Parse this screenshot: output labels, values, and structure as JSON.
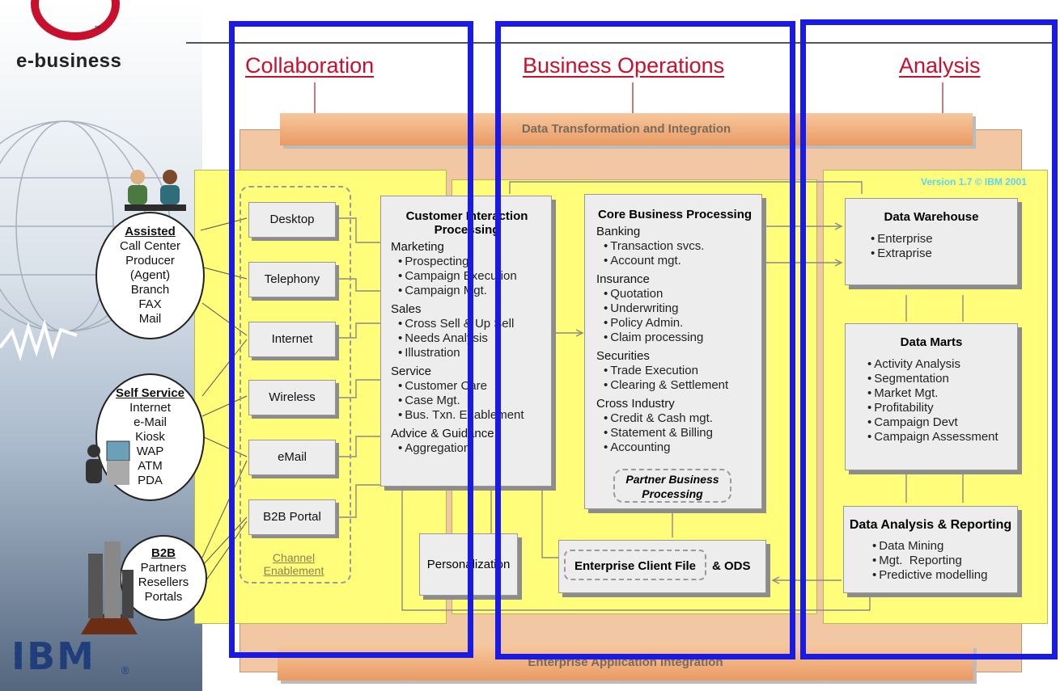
{
  "brand": {
    "tagline": "e-business",
    "tm": "™",
    "ibm": "IBM",
    "registered": "®"
  },
  "columns": {
    "collaboration": "Collaboration",
    "business_operations": "Business Operations",
    "analysis": "Analysis"
  },
  "bands": {
    "top": "Data Transformation and Integration",
    "bottom": "Enterprise Application Integration"
  },
  "version": "Version 1.7 © IBM 2001",
  "clouds": [
    {
      "title": "Assisted",
      "lines": [
        "Call Center",
        "Producer",
        "(Agent)",
        "Branch",
        "FAX",
        "Mail"
      ]
    },
    {
      "title": "Self Service",
      "lines": [
        "Internet",
        "e-Mail",
        "Kiosk",
        "WAP",
        "ATM",
        "PDA"
      ]
    },
    {
      "title": "B2B",
      "lines": [
        "Partners",
        "Resellers",
        "Portals"
      ]
    }
  ],
  "channels": [
    "Desktop",
    "Telephony",
    "Internet",
    "Wireless",
    "eMail",
    "B2B Portal"
  ],
  "channel_label": "Channel Enablement",
  "cip": {
    "title": "Customer Interaction Processing",
    "sections": [
      {
        "name": "Marketing",
        "items": [
          "Prospecting",
          "Campaign Execution",
          "Campaign Mgt."
        ]
      },
      {
        "name": "Sales",
        "items": [
          "Cross Sell & Up Sell",
          "Needs Analysis",
          "Illustration"
        ]
      },
      {
        "name": "Service",
        "items": [
          "Customer Care",
          "Case Mgt.",
          "Bus. Txn. Enablement"
        ]
      },
      {
        "name": "Advice & Guidance",
        "items": [
          "Aggregation"
        ]
      }
    ]
  },
  "personalization": "Personalization",
  "cbp": {
    "title": "Core Business Processing",
    "sections": [
      {
        "name": "Banking",
        "items": [
          "Transaction svcs.",
          "Account mgt."
        ]
      },
      {
        "name": "Insurance",
        "items": [
          "Quotation",
          "Underwriting",
          "Policy Admin.",
          "Claim processing"
        ]
      },
      {
        "name": "Securities",
        "items": [
          "Trade Execution",
          "Clearing & Settlement"
        ]
      },
      {
        "name": "Cross Industry",
        "items": [
          "Credit & Cash mgt.",
          "Statement & Billing",
          "Accounting"
        ]
      }
    ],
    "partner": "Partner Business Processing"
  },
  "ecf": {
    "label": "Enterprise Client File",
    "suffix": "& ODS"
  },
  "analysis_boxes": {
    "dw": {
      "title": "Data Warehouse",
      "items": [
        "Enterprise",
        "Extraprise"
      ]
    },
    "dm": {
      "title": "Data Marts",
      "items": [
        "Activity Analysis",
        "Segmentation",
        "Market Mgt.",
        "Profitability",
        "Campaign Devt",
        "Campaign Assessment"
      ]
    },
    "dar": {
      "title": "Data Analysis & Reporting",
      "items": [
        "Data Mining",
        "Mgt.  Reporting",
        "Predictive modelling"
      ]
    }
  }
}
